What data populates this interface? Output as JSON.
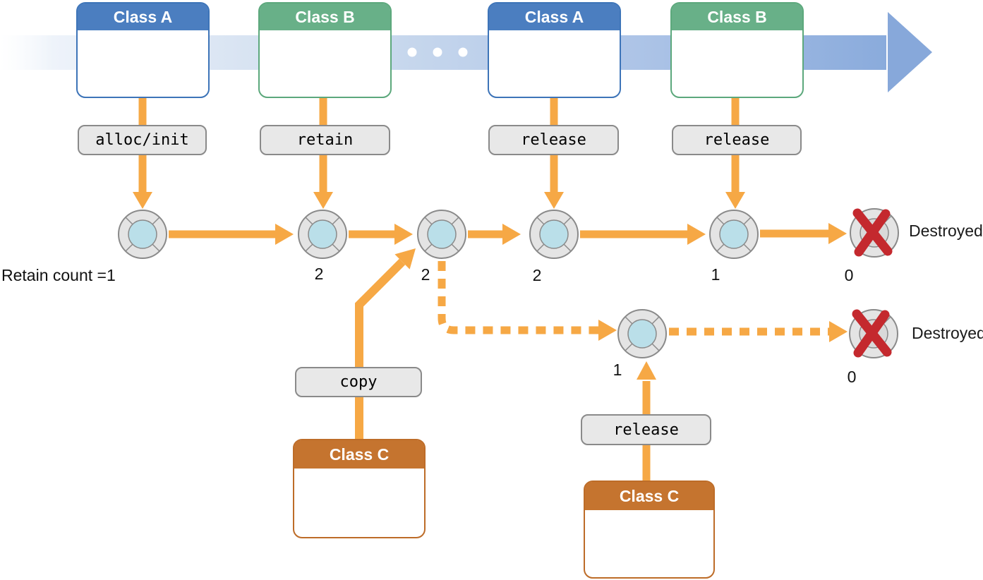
{
  "colors": {
    "class_a_header": "#4b7ec0",
    "class_b_header": "#68b088",
    "class_c_header": "#c5742f",
    "arrow_orange": "#f6a845",
    "timeline_blue_end": "#8aabdc",
    "pill_background": "#e8e8e8",
    "object_ring": "#e4e4e4",
    "object_inner_blue": "#badfe9",
    "object_inner_destroyed": "#d9d9d9",
    "destroyed_x_red": "#c4292e"
  },
  "timeline": {
    "boxes": [
      {
        "label": "Class A",
        "variant": "blue"
      },
      {
        "label": "Class B",
        "variant": "green"
      },
      {
        "label": "Class A",
        "variant": "blue"
      },
      {
        "label": "Class B",
        "variant": "green"
      }
    ],
    "ellipsis_dot_count": 3
  },
  "method_labels": [
    {
      "label": "alloc/init"
    },
    {
      "label": "retain"
    },
    {
      "label": "release"
    },
    {
      "label": "release"
    },
    {
      "label": "copy"
    },
    {
      "label": "release"
    }
  ],
  "object_row": {
    "retain_count_label": "Retain count =1",
    "counts": [
      "2",
      "2",
      "2",
      "1",
      "0"
    ],
    "destroyed_label": "Destroyed"
  },
  "copy_row": {
    "counts": [
      "1",
      "0"
    ],
    "destroyed_label": "Destroyed"
  },
  "copy_boxes": [
    {
      "label": "Class C"
    },
    {
      "label": "Class C"
    }
  ]
}
